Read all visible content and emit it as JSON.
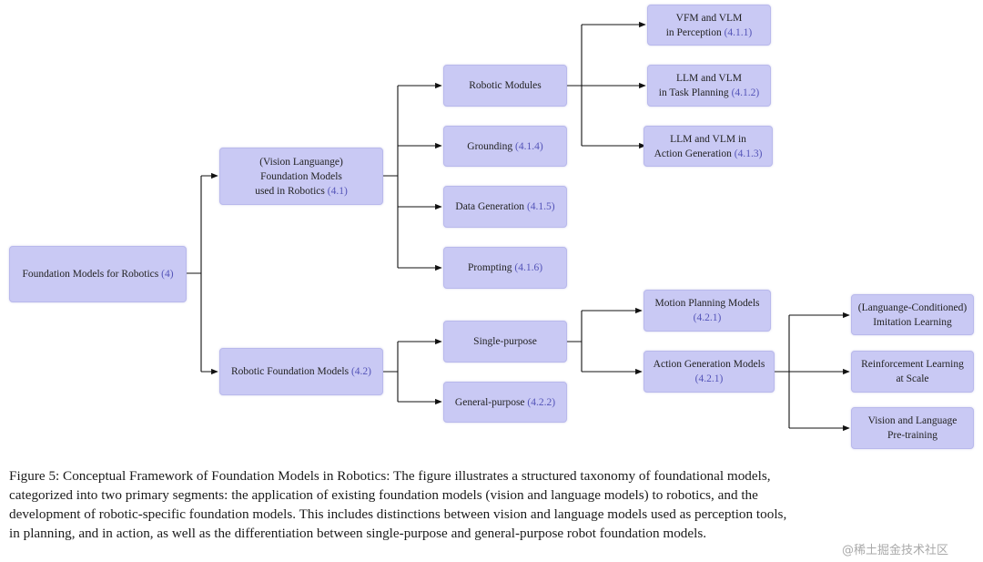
{
  "nodes": {
    "root": {
      "lines": [
        "Foundation Models for Robotics"
      ],
      "ref": "(4)"
    },
    "vision_language_fm": {
      "lines": [
        "(Vision Languange)",
        "Foundation Models",
        "used in Robotics"
      ],
      "ref": "(4.1)"
    },
    "robotic_fm": {
      "lines": [
        "Robotic Foundation Models"
      ],
      "ref": "(4.2)"
    },
    "robotic_modules": {
      "lines": [
        "Robotic Modules"
      ],
      "ref": ""
    },
    "grounding": {
      "lines": [
        "Grounding"
      ],
      "ref": "(4.1.4)"
    },
    "data_generation": {
      "lines": [
        "Data Generation"
      ],
      "ref": "(4.1.5)"
    },
    "prompting": {
      "lines": [
        "Prompting"
      ],
      "ref": "(4.1.6)"
    },
    "vfm_vlm_perception": {
      "lines": [
        "VFM and VLM",
        "in Perception"
      ],
      "ref": "(4.1.1)"
    },
    "llm_vlm_task_planning": {
      "lines": [
        "LLM and VLM",
        "in Task Planning"
      ],
      "ref": "(4.1.2)"
    },
    "llm_vlm_action_generation": {
      "lines": [
        "LLM and VLM in",
        "Action Generation"
      ],
      "ref": "(4.1.3)"
    },
    "single_purpose": {
      "lines": [
        "Single-purpose"
      ],
      "ref": ""
    },
    "general_purpose": {
      "lines": [
        "General-purpose"
      ],
      "ref": "(4.2.2)"
    },
    "motion_planning_models": {
      "lines": [
        "Motion Planning Models"
      ],
      "ref": "(4.2.1)"
    },
    "action_generation_models": {
      "lines": [
        "Action Generation Models"
      ],
      "ref": "(4.2.1)"
    },
    "imitation_learning": {
      "lines": [
        "(Languange-Conditioned)",
        "Imitation Learning"
      ],
      "ref": ""
    },
    "reinforcement_learning": {
      "lines": [
        "Reinforcement Learning",
        "at Scale"
      ],
      "ref": ""
    },
    "vision_language_pretraining": {
      "lines": [
        "Vision and Language",
        "Pre-training"
      ],
      "ref": ""
    }
  },
  "caption": {
    "lines": [
      "Figure 5: Conceptual Framework of Foundation Models in Robotics: The figure illustrates a structured taxonomy of foundational models,",
      "categorized into two primary segments: the application of existing foundation models (vision and language models) to robotics, and the",
      "development of robotic-specific foundation models. This includes distinctions between vision and language models used as perception tools,",
      "in planning, and in action, as well as the differentiation between single-purpose and general-purpose robot foundation models."
    ]
  },
  "watermark": "@稀土掘金技术社区",
  "colors": {
    "node_fill": "#c9c9f4",
    "reference_text": "#5454b8",
    "connector": "#111111"
  }
}
